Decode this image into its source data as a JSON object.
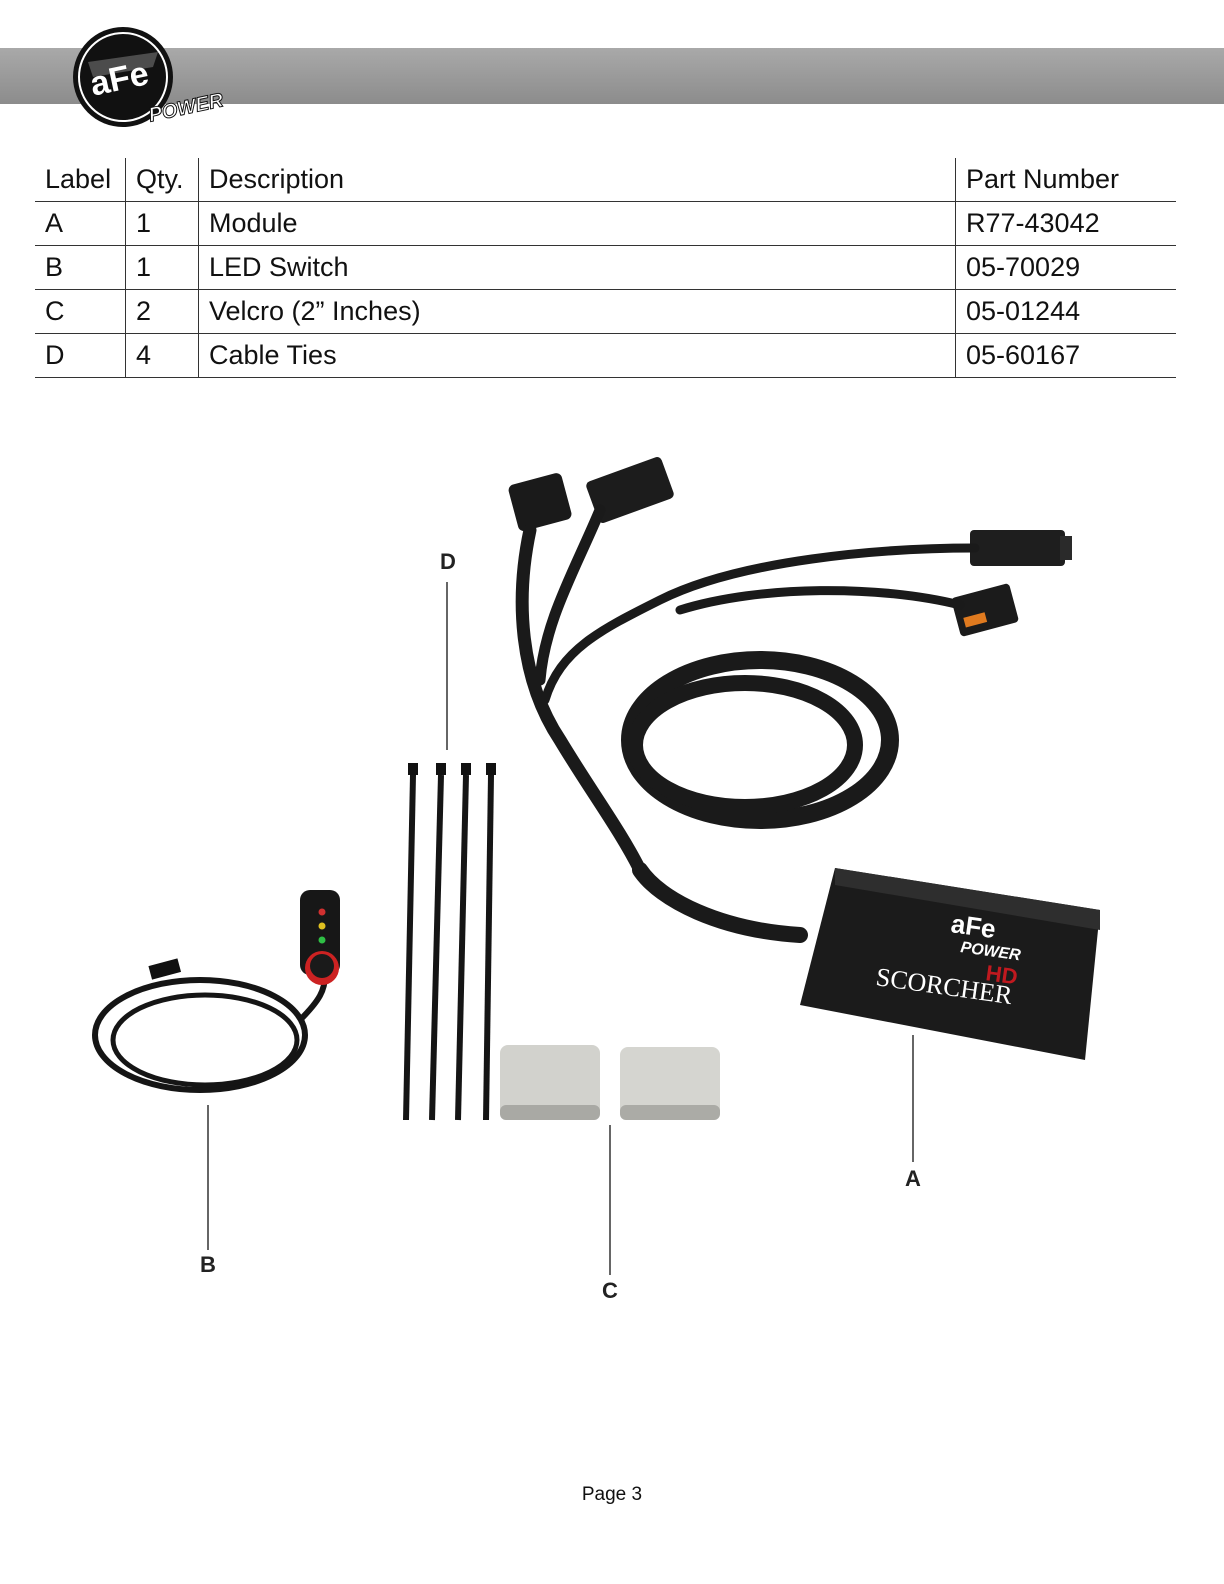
{
  "header": {
    "logo_text": "aFe",
    "logo_subtext": "POWER"
  },
  "table": {
    "headers": [
      "Label",
      "Qty.",
      "Description",
      "Part Number"
    ],
    "rows": [
      [
        "A",
        "1",
        "Module",
        "R77-43042"
      ],
      [
        "B",
        "1",
        "LED Switch",
        "05-70029"
      ],
      [
        "C",
        "2",
        "Velcro (2” Inches)",
        "05-01244"
      ],
      [
        "D",
        "4",
        "Cable Ties",
        "05-60167"
      ]
    ]
  },
  "figure": {
    "callouts": [
      "A",
      "B",
      "C",
      "D"
    ],
    "module_brand": "aFe",
    "module_brand_sub": "POWER",
    "module_product": "SCORCHER",
    "module_product_suffix": "HD"
  },
  "footer": {
    "page": "Page 3"
  }
}
